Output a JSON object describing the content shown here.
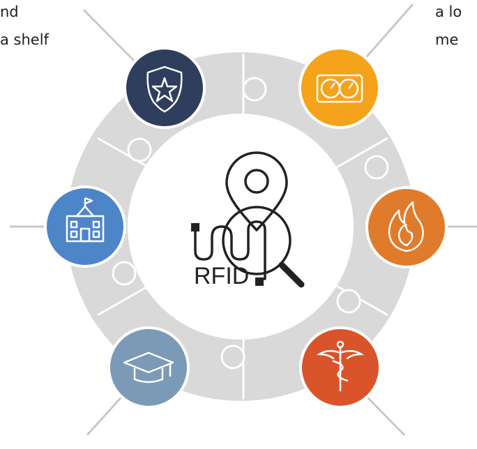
{
  "edge_text": {
    "top_left_line1": "nd",
    "top_left_line2": "a shelf",
    "top_right_line1": "a lo",
    "top_right_line2": "me"
  },
  "center": {
    "label": "RFID"
  },
  "icons": [
    {
      "name": "police-badge-icon",
      "color": "#2f3e5c"
    },
    {
      "name": "gauge-meters-icon",
      "color": "#f5a31a"
    },
    {
      "name": "fire-icon",
      "color": "#e07b2c"
    },
    {
      "name": "medical-caduceus-icon",
      "color": "#d9542a"
    },
    {
      "name": "graduation-cap-icon",
      "color": "#7b9ab8"
    },
    {
      "name": "school-building-icon",
      "color": "#4d86c8"
    }
  ],
  "ring_color": "#d9d9d9"
}
